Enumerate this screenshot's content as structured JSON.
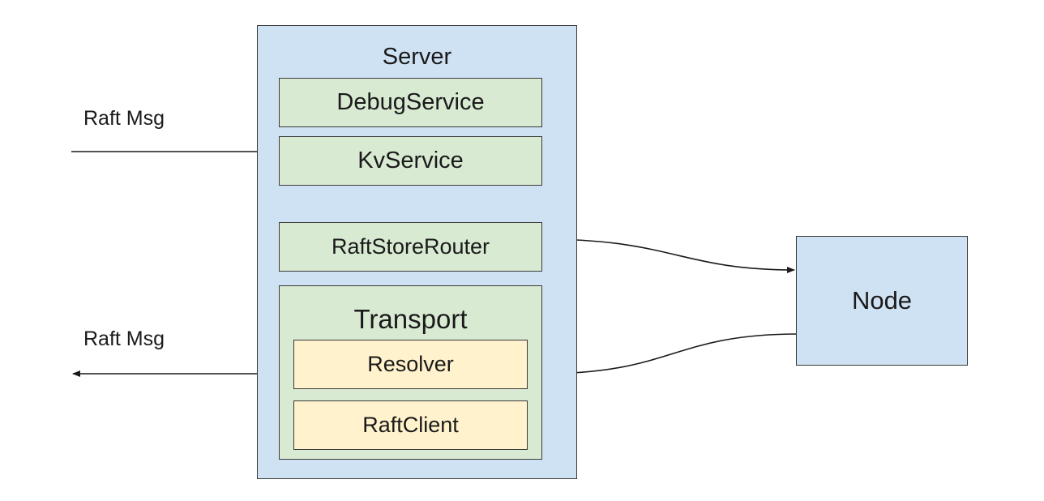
{
  "server": {
    "label": "Server"
  },
  "debug_service": {
    "label": "DebugService"
  },
  "kv_service": {
    "label": "KvService"
  },
  "raft_store_router": {
    "label": "RaftStoreRouter"
  },
  "transport": {
    "label": "Transport"
  },
  "resolver": {
    "label": "Resolver"
  },
  "raft_client": {
    "label": "RaftClient"
  },
  "node": {
    "label": "Node"
  },
  "incoming_msg": {
    "label": "Raft Msg"
  },
  "outgoing_msg": {
    "label": "Raft Msg"
  },
  "colors": {
    "server_fill": "#cfe2f3",
    "service_fill": "#d9ead3",
    "transport_child_fill": "#fff2cc",
    "node_fill": "#cfe2f3",
    "stroke": "#3a3a3a"
  }
}
